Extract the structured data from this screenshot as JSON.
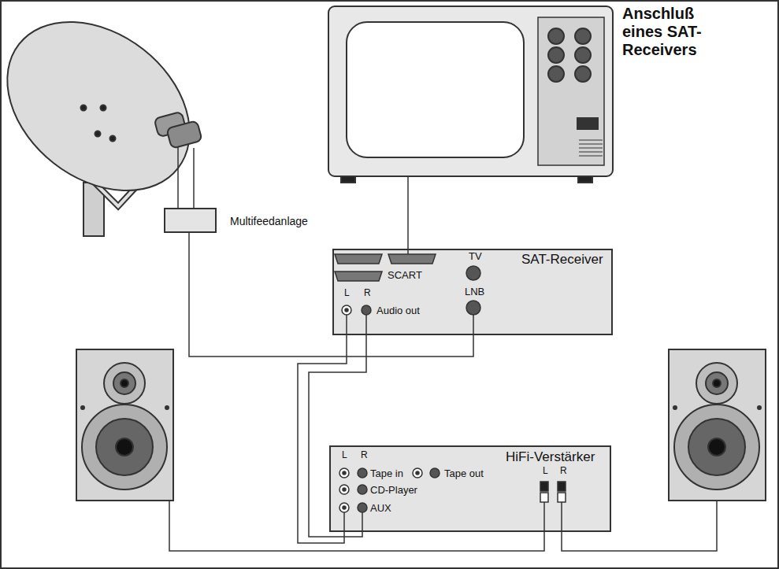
{
  "diagram": {
    "title": "Anschluß eines SAT-Receivers",
    "nodes": [
      {
        "text": [
          "Multifeedanlage"
        ]
      },
      {
        "text": [
          "SAT-Receiver",
          "SCART",
          "TV",
          "LNB",
          "L",
          "R",
          "Audio out"
        ]
      },
      {
        "text": [
          "HiFi-Verstärker",
          "L",
          "R",
          "Tape in",
          "Tape out",
          "CD-Player",
          "AUX",
          "L",
          "R"
        ]
      }
    ],
    "edges": [
      {
        "from": 0,
        "to": 1,
        "arrow": "none"
      },
      {
        "from": 1,
        "to": 2,
        "arrow": "none"
      },
      {
        "from": 1,
        "to": 2,
        "arrow": "none"
      }
    ]
  }
}
